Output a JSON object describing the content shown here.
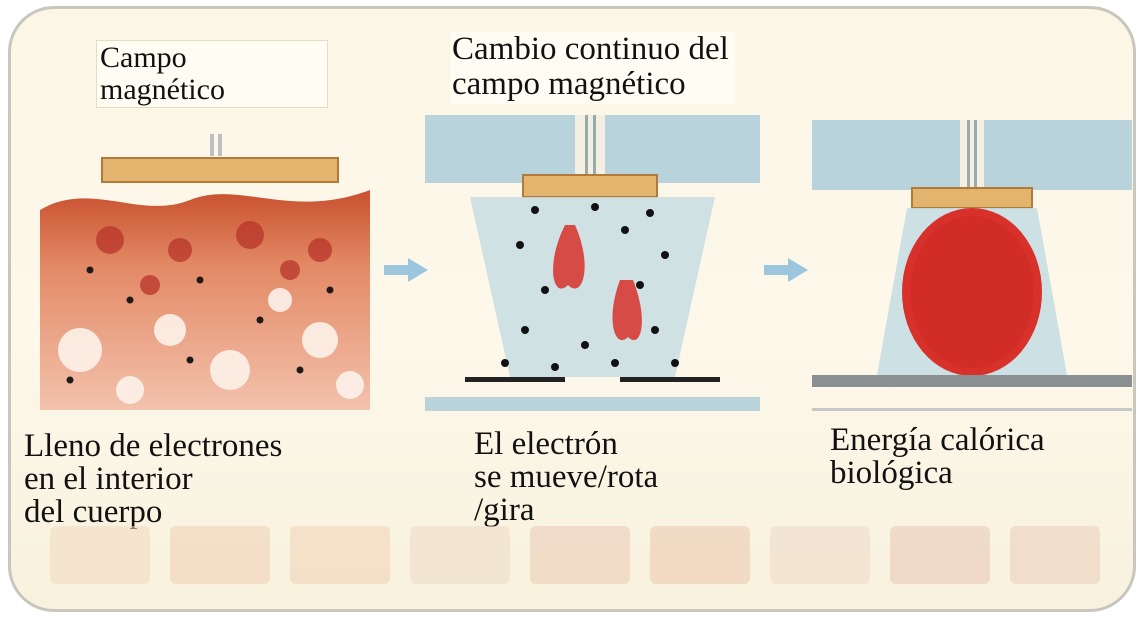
{
  "labels": {
    "campo_line1": "Campo",
    "campo_line2": "magnético",
    "cambio_line1": "Cambio continuo del",
    "cambio_line2": "campo magnético",
    "lleno_line1": "Lleno de electrones",
    "lleno_line2": "en el interior",
    "lleno_line3": "del cuerpo",
    "electron_line1": "El electrón",
    "electron_line2": "se mueve/rota",
    "electron_line3": "/gira",
    "energia_line1": "Energía calórica",
    "energia_line2": "biológica"
  },
  "colors": {
    "frame_border": "#c9c6bd",
    "background": "#fbf6e6",
    "tissue": "#e89a7a",
    "heat": "#d8302a",
    "field_blue": "#b9d3dc",
    "arrow_blue": "#9cc6dd"
  },
  "icons": {
    "arrow1": "right-arrow-icon",
    "arrow2": "right-arrow-icon"
  }
}
